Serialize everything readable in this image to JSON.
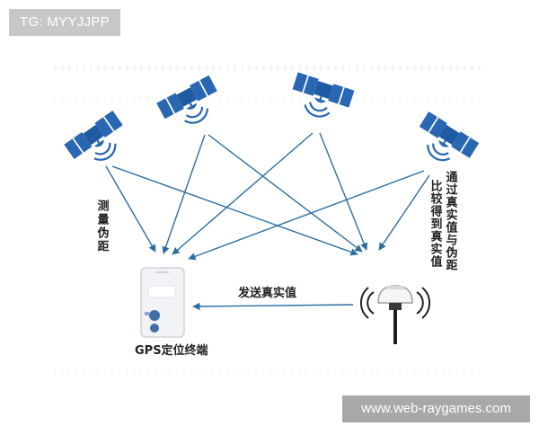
{
  "watermarks": {
    "top_left": "TG: MYYJJPP",
    "bottom_right": "www.web-raygames.com"
  },
  "labels": {
    "measure_pseudorange": "测量伪距",
    "compare_line1": "通过真实值与伪距",
    "compare_line2": "比较得到真实值",
    "send_true_value": "发送真实值",
    "gps_terminal": "GPS定位终端"
  },
  "colors": {
    "satellite": "#2a67b3",
    "arrow": "#2d6ea1",
    "text": "#222222",
    "watermark_bg": "#c7c7c7"
  },
  "icons": [
    "satellite-icon",
    "gps-terminal-icon",
    "base-station-antenna-icon"
  ]
}
